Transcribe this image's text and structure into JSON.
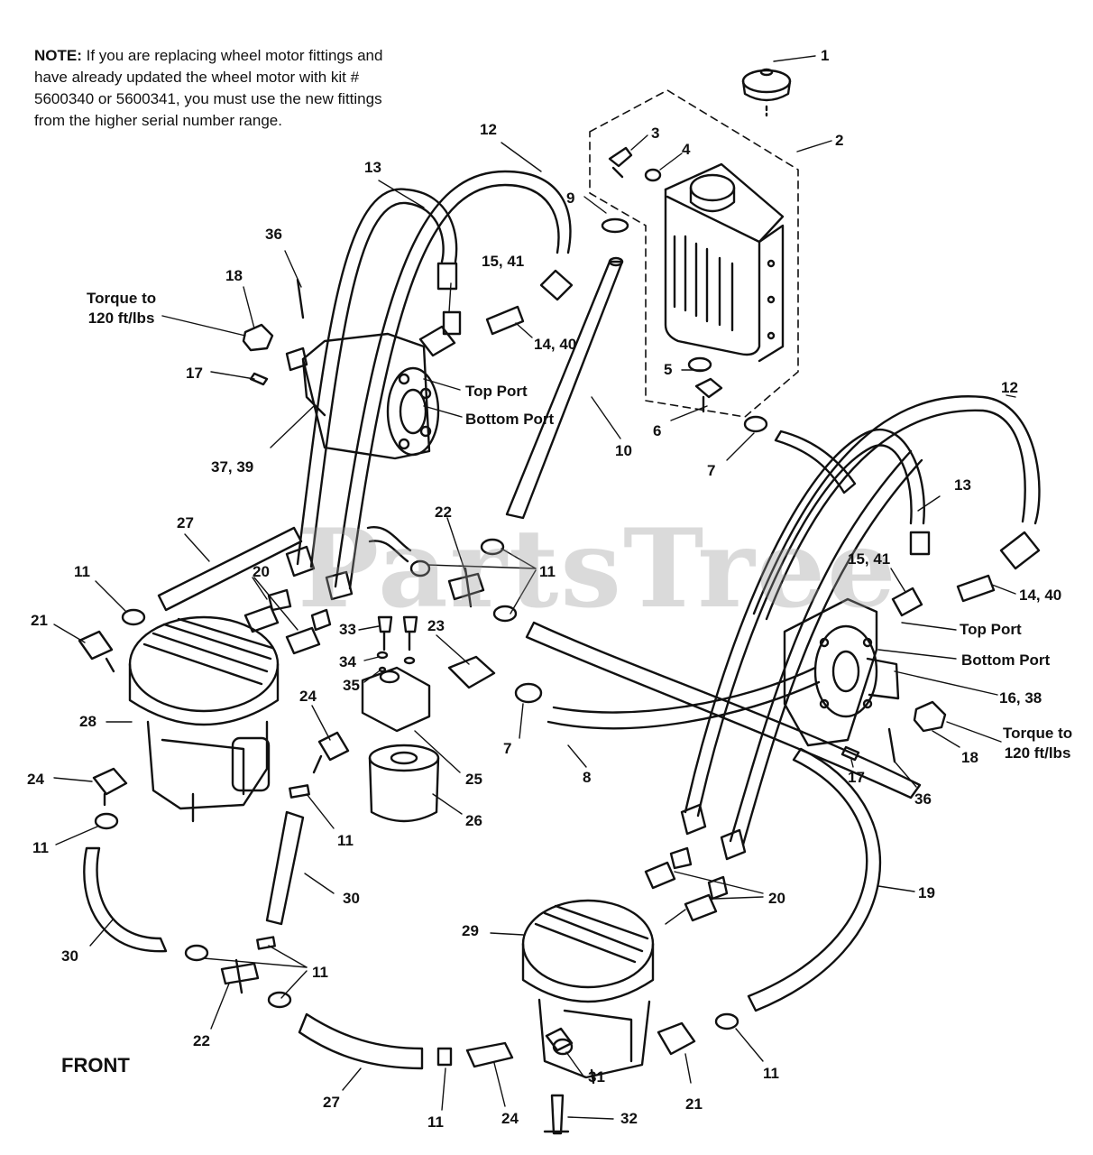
{
  "note": {
    "prefix": "NOTE:",
    "text": "If you are replacing wheel motor fittings and have already updated the wheel motor with kit # 5600340 or 5600341, you must use the new fittings from the higher serial number range."
  },
  "watermark": "PartsTree",
  "front_label": "FRONT",
  "port_labels": {
    "top_port_left": "Top Port",
    "bottom_port_left": "Bottom Port",
    "top_port_right": "Top Port",
    "bottom_port_right": "Bottom Port"
  },
  "torque_labels": {
    "left_line1": "Torque to",
    "left_line2": "120 ft/lbs",
    "right_line1": "Torque to",
    "right_line2": "120 ft/lbs"
  },
  "callouts": [
    "1",
    "2",
    "3",
    "4",
    "5",
    "6",
    "7",
    "9",
    "10",
    "12",
    "13",
    "36",
    "18",
    "15, 41",
    "14, 40",
    "17",
    "37, 39",
    "27",
    "11",
    "20",
    "21",
    "28",
    "22",
    "11",
    "33",
    "23",
    "34",
    "35",
    "24",
    "7",
    "8",
    "25",
    "26",
    "24",
    "11",
    "11",
    "30",
    "30",
    "11",
    "22",
    "29",
    "20",
    "19",
    "12",
    "13",
    "15, 41",
    "14, 40",
    "16, 38",
    "18",
    "17",
    "36",
    "27",
    "11",
    "24",
    "31",
    "21",
    "11",
    "32"
  ],
  "colors": {
    "line": "#111111",
    "watermark": "#9a9a9a",
    "background": "#ffffff"
  }
}
